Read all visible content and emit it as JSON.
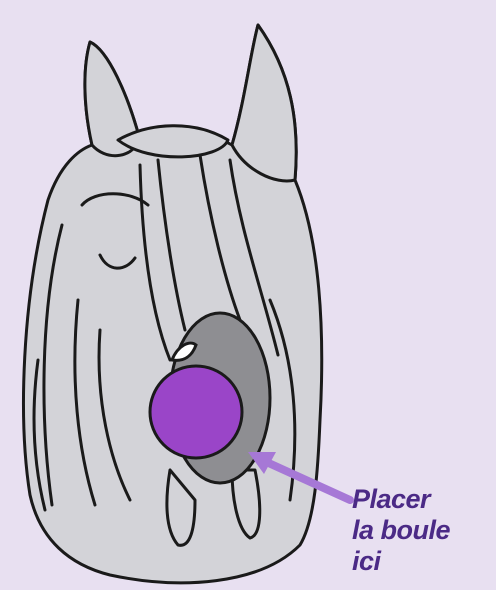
{
  "caption": {
    "line1": "Placer",
    "line2": "la boule",
    "line3": "ici"
  },
  "colors": {
    "background": "#e8e0f1",
    "figure_fill": "#d3d3d8",
    "outline": "#1a1a1a",
    "ball": "#9a45c8",
    "arrow": "#a678d6",
    "caption": "#4b2a86",
    "socket": "#8e8e92"
  },
  "icons": [
    "figure-body",
    "socket-cavity",
    "ball",
    "pointer-arrow"
  ]
}
